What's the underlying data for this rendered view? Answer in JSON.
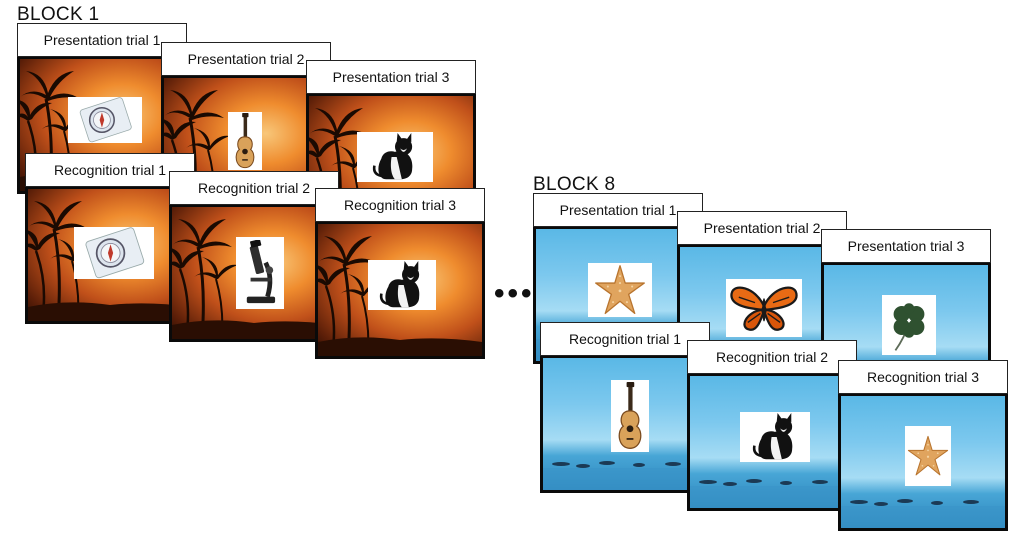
{
  "blocks": [
    {
      "title": "BLOCK 1",
      "background": "sunset",
      "trials": [
        {
          "label": "Presentation trial 1",
          "stimulus": "compass-icon"
        },
        {
          "label": "Presentation trial 2",
          "stimulus": "guitar-icon"
        },
        {
          "label": "Presentation trial 3",
          "stimulus": "cat-icon"
        },
        {
          "label": "Recognition trial 1",
          "stimulus": "compass-icon"
        },
        {
          "label": "Recognition trial 2",
          "stimulus": "microscope-icon"
        },
        {
          "label": "Recognition trial 3",
          "stimulus": "cat-icon"
        }
      ]
    },
    {
      "title": "BLOCK 8",
      "background": "beach",
      "trials": [
        {
          "label": "Presentation trial 1",
          "stimulus": "starfish-icon"
        },
        {
          "label": "Presentation trial 2",
          "stimulus": "butterfly-icon"
        },
        {
          "label": "Presentation trial 3",
          "stimulus": "clover-icon"
        },
        {
          "label": "Recognition trial 1",
          "stimulus": "guitar-icon"
        },
        {
          "label": "Recognition trial 2",
          "stimulus": "cat-icon"
        },
        {
          "label": "Recognition trial 3",
          "stimulus": "starfish-icon"
        }
      ]
    }
  ],
  "ellipsis": "•••",
  "colors": {
    "sunset_core": "#f8c77a",
    "sunset_edge": "#2a0c02",
    "sky": "#7cc8ee",
    "sea": "#2d86bd",
    "frame": "#0a0a0a"
  }
}
